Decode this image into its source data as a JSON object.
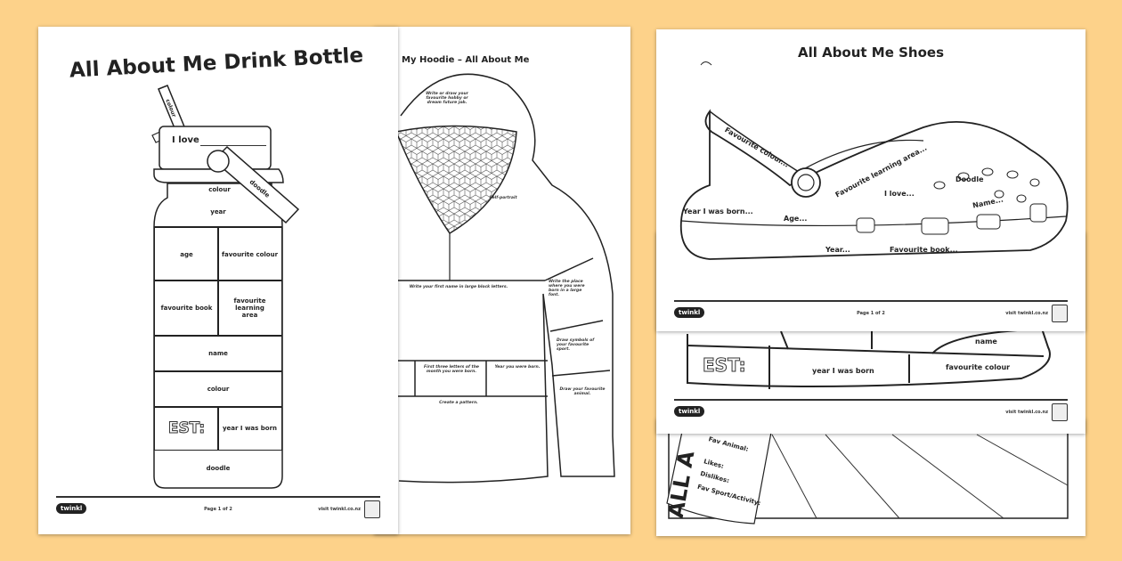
{
  "background_color": "#fdd28a",
  "bottle_sheet": {
    "title": "All About Me Drink Bottle",
    "straw_label": "colour",
    "lid_label": "I love",
    "strap_label": "doodle",
    "cells": {
      "neck": "colour",
      "year": "year",
      "age": "age",
      "favourite_colour": "favourite colour",
      "favourite_book": "favourite book",
      "favourite_learning_area": "favourite learning area",
      "name": "name",
      "colour": "colour",
      "est": "EST:",
      "year_born": "year I was born",
      "doodle": "doodle"
    },
    "footer": {
      "logo": "twinkl",
      "page": "Page 1 of 2",
      "url": "visit twinkl.co.nz"
    }
  },
  "hoodie_sheet": {
    "title": "My Hoodie – All About Me",
    "hood_prompt": "Write or draw your favourite hobby or dream future job.",
    "self_portrait": "Self-portrait",
    "name_prompt": "Write your first name in large block letters.",
    "place_prompt": "Write the place where you were born in a large font.",
    "sport_prompt": "Draw symbols of your favourite sport.",
    "month_prompt": "First three letters of the month you were born.",
    "year_prompt": "Year you were born.",
    "animal_prompt": "Draw your favourite animal.",
    "pattern_prompt": "Create a pattern."
  },
  "shoes_sheet": {
    "title": "All About Me Shoes",
    "labels": {
      "favourite_colour": "Favourite colour...",
      "favourite_learning_area": "Favourite learning area...",
      "i_love": "I love...",
      "doodle": "Doodle",
      "name": "Name...",
      "year_born": "Year I was born...",
      "age": "Age...",
      "year": "Year...",
      "favourite_book": "Favourite book..."
    },
    "footer": {
      "logo": "twinkl",
      "page": "Page 1 of 2",
      "url": "visit twinkl.co.nz"
    }
  },
  "sneaker_sheet": {
    "name": "name",
    "est": "EST:",
    "year_born": "year I was born",
    "favourite_colour": "favourite colour",
    "footer": {
      "logo": "twinkl",
      "url": "visit twinkl.co.nz"
    }
  },
  "can_sheet": {
    "title_fragment": "ALL A",
    "fields": [
      "Fav Animal:",
      "Likes:",
      "Dislikes:",
      "Fav Sport/Activity:"
    ]
  }
}
